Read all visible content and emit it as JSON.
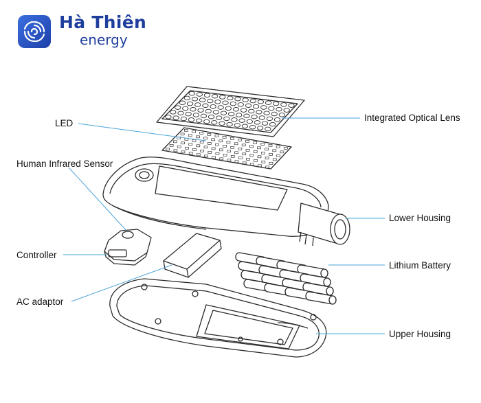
{
  "brand": {
    "name": "Hà Thiên",
    "subtitle": "energy",
    "color": "#1f3f9e"
  },
  "labels": {
    "led": "LED",
    "infrared_sensor": "Human Infrared Sensor",
    "controller": "Controller",
    "ac_adaptor": "AC adaptor",
    "optical_lens": "Integrated Optical Lens",
    "lower_housing": "Lower Housing",
    "lithium_battery": "Lithium Battery",
    "upper_housing": "Upper Housing"
  },
  "colors": {
    "leader_line": "#4aa3d8",
    "outline": "#2a2a2a",
    "text": "#111111"
  }
}
